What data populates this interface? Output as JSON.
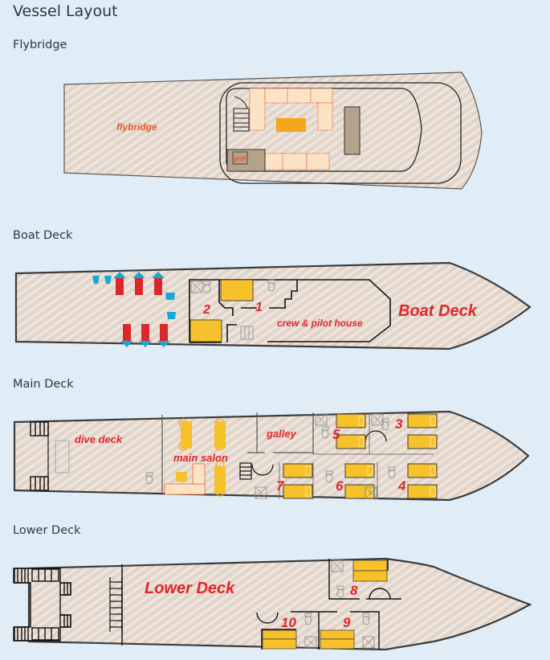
{
  "page": {
    "title": "Vessel Layout"
  },
  "decks": [
    {
      "id": "flybridge",
      "heading": "Flybridge",
      "labels": {
        "area": "flybridge",
        "grill": "grill"
      }
    },
    {
      "id": "boat-deck",
      "heading": "Boat Deck",
      "labels": {
        "deck": "Boat Deck",
        "crew": "crew & pilot house",
        "cabins": [
          "1",
          "2"
        ]
      }
    },
    {
      "id": "main-deck",
      "heading": "Main Deck",
      "labels": {
        "dive": "dive deck",
        "salon": "main salon",
        "galley": "galley",
        "cabins": [
          "3",
          "4",
          "5",
          "6",
          "7"
        ]
      }
    },
    {
      "id": "lower-deck",
      "heading": "Lower Deck",
      "labels": {
        "deck": "Lower Deck",
        "cabins": [
          "8",
          "9",
          "10"
        ]
      }
    }
  ],
  "colors": {
    "background": "#e1edf6",
    "hull_fill": "#e6dad0",
    "hull_stroke": "#3c3c3c",
    "bed": "#f6c12a",
    "sofa": "#fde3c6",
    "label_red": "#e0262b",
    "label_orange": "#e8572a",
    "tank_red": "#d8282e",
    "tank_blue": "#1aa7d6",
    "bench": "#b5a28a"
  }
}
